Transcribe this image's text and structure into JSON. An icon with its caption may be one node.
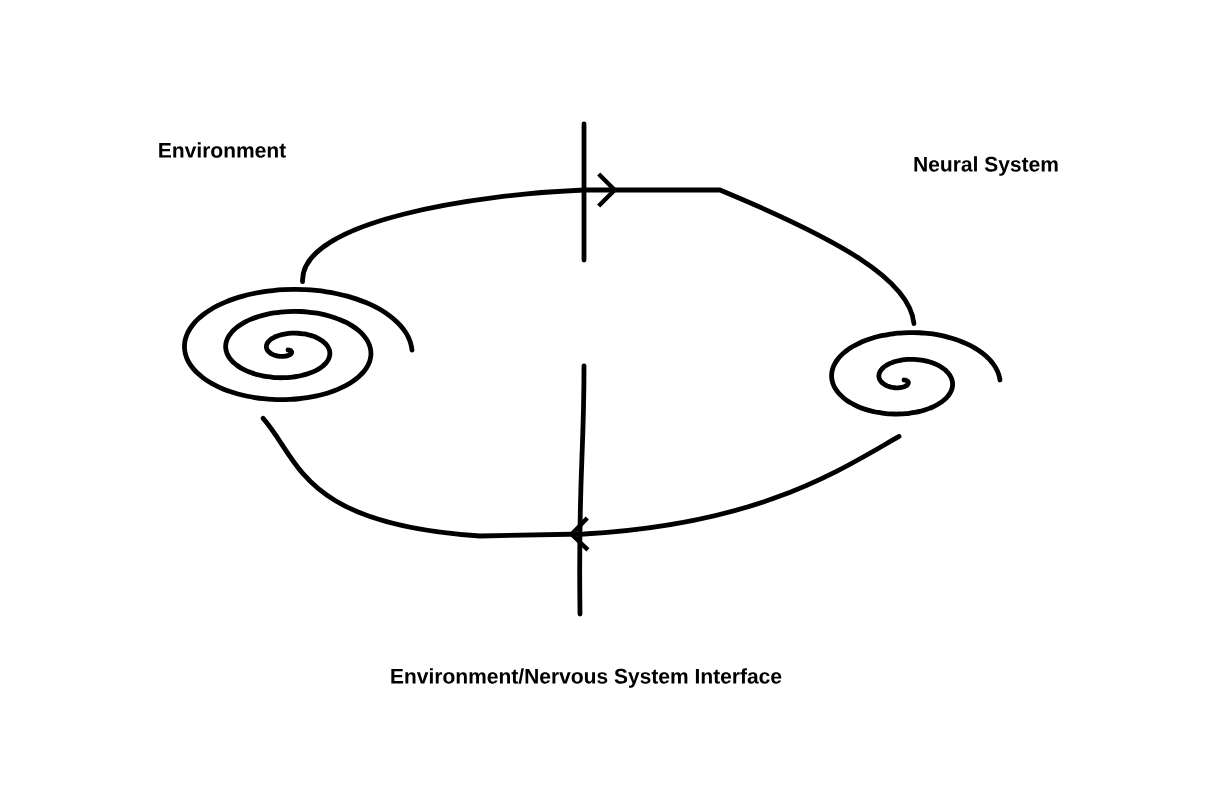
{
  "diagram": {
    "nodes": [
      {
        "text": [],
        "shape": "spiral"
      },
      {
        "text": [],
        "shape": "spiral"
      }
    ],
    "edges": [
      {
        "from": 0,
        "to": 1,
        "arrow": "to"
      },
      {
        "from": 1,
        "to": 0,
        "arrow": "to"
      }
    ],
    "labels": [
      "Environment",
      "Neural System",
      "Environment/Nervous System Interface"
    ]
  }
}
